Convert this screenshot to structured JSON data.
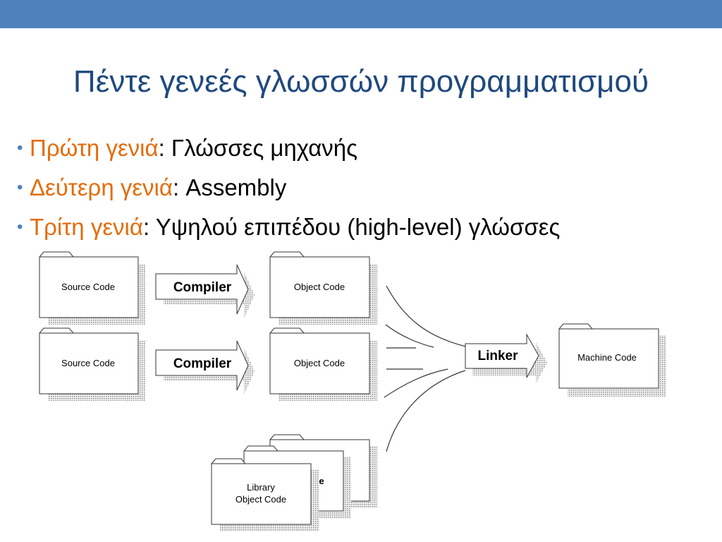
{
  "colors": {
    "top_bar": "#4f81bd",
    "title": "#1f497d",
    "accent": "#e46c0a",
    "text": "#000000",
    "bullet_dot": "#4f81bd"
  },
  "slide": {
    "title": "Πέντε γενεές γλωσσών προγραμματισμού",
    "bullets": [
      {
        "highlight": "Πρώτη γενιά",
        "text": ": Γλώσσες μηχανής"
      },
      {
        "highlight": "Δεύτερη γενιά",
        "text": ": Assembly"
      },
      {
        "highlight": "Τρίτη γενιά",
        "text": ": Υψηλού επιπέδου (high-level) γλώσσες"
      }
    ]
  },
  "diagram": {
    "source_1": "Source Code",
    "source_2": "Source Code",
    "compiler_1": "Compiler",
    "compiler_2": "Compiler",
    "object_1": "Object Code",
    "object_2": "Object Code",
    "linker": "Linker",
    "machine": "Machine Code",
    "library_peek": "e",
    "library_line1": "Library",
    "library_line2": "Object Code"
  }
}
